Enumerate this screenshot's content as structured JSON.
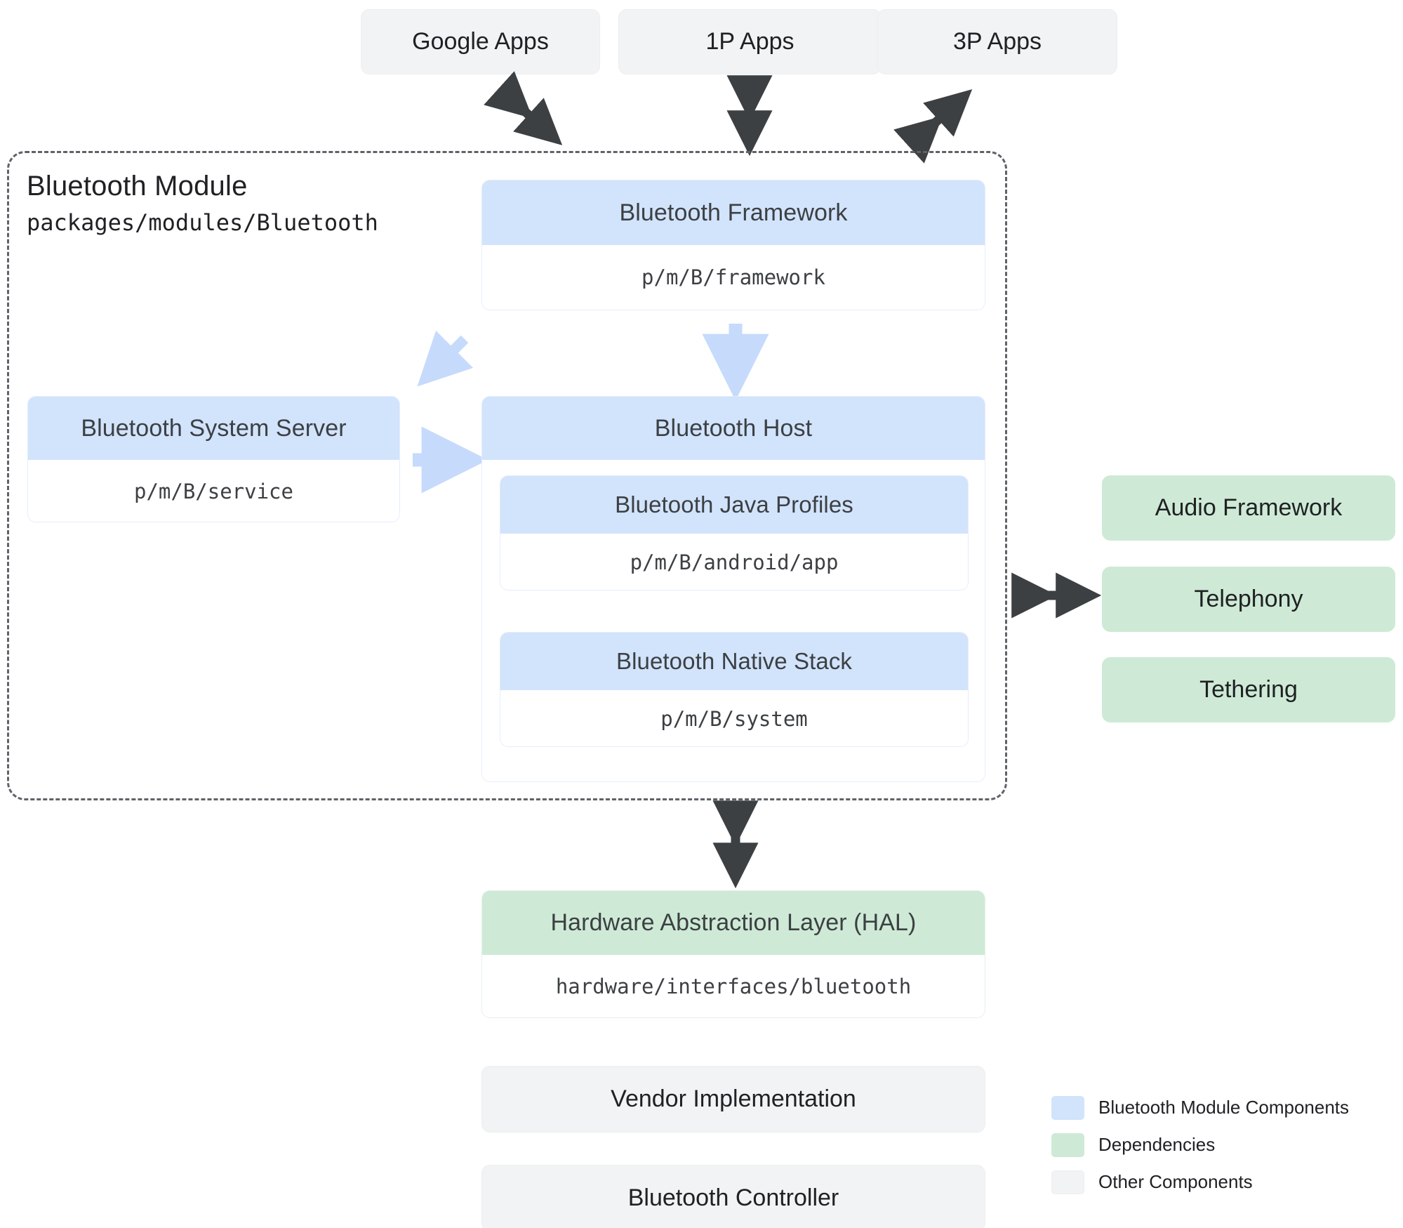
{
  "top_apps": [
    {
      "label": "Google Apps"
    },
    {
      "label": "1P Apps"
    },
    {
      "label": "3P Apps"
    }
  ],
  "module": {
    "title": "Bluetooth Module",
    "path": "packages/modules/Bluetooth",
    "framework": {
      "title": "Bluetooth Framework",
      "path": "p/m/B/framework"
    },
    "system_server": {
      "title": "Bluetooth System Server",
      "path": "p/m/B/service"
    },
    "host": {
      "title": "Bluetooth Host",
      "children": [
        {
          "title": "Bluetooth Java Profiles",
          "path": "p/m/B/android/app"
        },
        {
          "title": "Bluetooth Native Stack",
          "path": "p/m/B/system"
        }
      ]
    }
  },
  "dependencies": [
    {
      "label": "Audio Framework"
    },
    {
      "label": "Telephony"
    },
    {
      "label": "Tethering"
    }
  ],
  "hal": {
    "title": "Hardware Abstraction Layer (HAL)",
    "path": "hardware/interfaces/bluetooth"
  },
  "bottom_boxes": [
    {
      "label": "Vendor Implementation"
    },
    {
      "label": "Bluetooth Controller"
    }
  ],
  "legend": [
    {
      "label": "Bluetooth Module Components",
      "color": "#d2e3fc"
    },
    {
      "label": "Dependencies",
      "color": "#ceead6"
    },
    {
      "label": "Other Components",
      "color": "#f1f3f4"
    }
  ],
  "colors": {
    "module_component": "#d2e3fc",
    "dependency": "#ceead6",
    "other_component": "#f1f3f4",
    "arrow_dark": "#3c4043",
    "arrow_light": "#c6dafc",
    "module_border": "#5f6368"
  }
}
